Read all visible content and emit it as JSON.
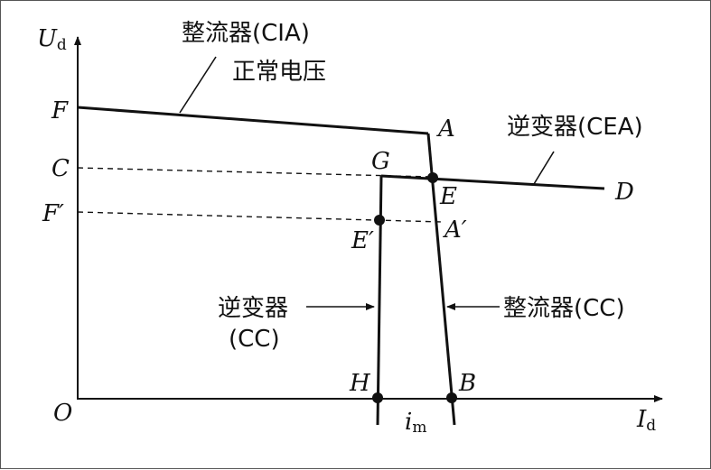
{
  "axes": {
    "y_label": "U",
    "y_sub": "d",
    "x_label": "I",
    "x_sub": "d",
    "origin": "O"
  },
  "points": {
    "F": "F",
    "C": "C",
    "F_prime": "F′",
    "A": "A",
    "A_prime": "A′",
    "G": "G",
    "E": "E",
    "E_prime": "E′",
    "D": "D",
    "H": "H",
    "B": "B",
    "im_i": "i",
    "im_sub": "m"
  },
  "annotations": {
    "rectifier_cia": "整流器(CIA)",
    "normal_voltage": "正常电压",
    "inverter_cea": "逆变器(CEA)",
    "inverter_cc_line1": "逆变器",
    "inverter_cc_line2": "(CC)",
    "rectifier_cc": "整流器(CC)"
  }
}
